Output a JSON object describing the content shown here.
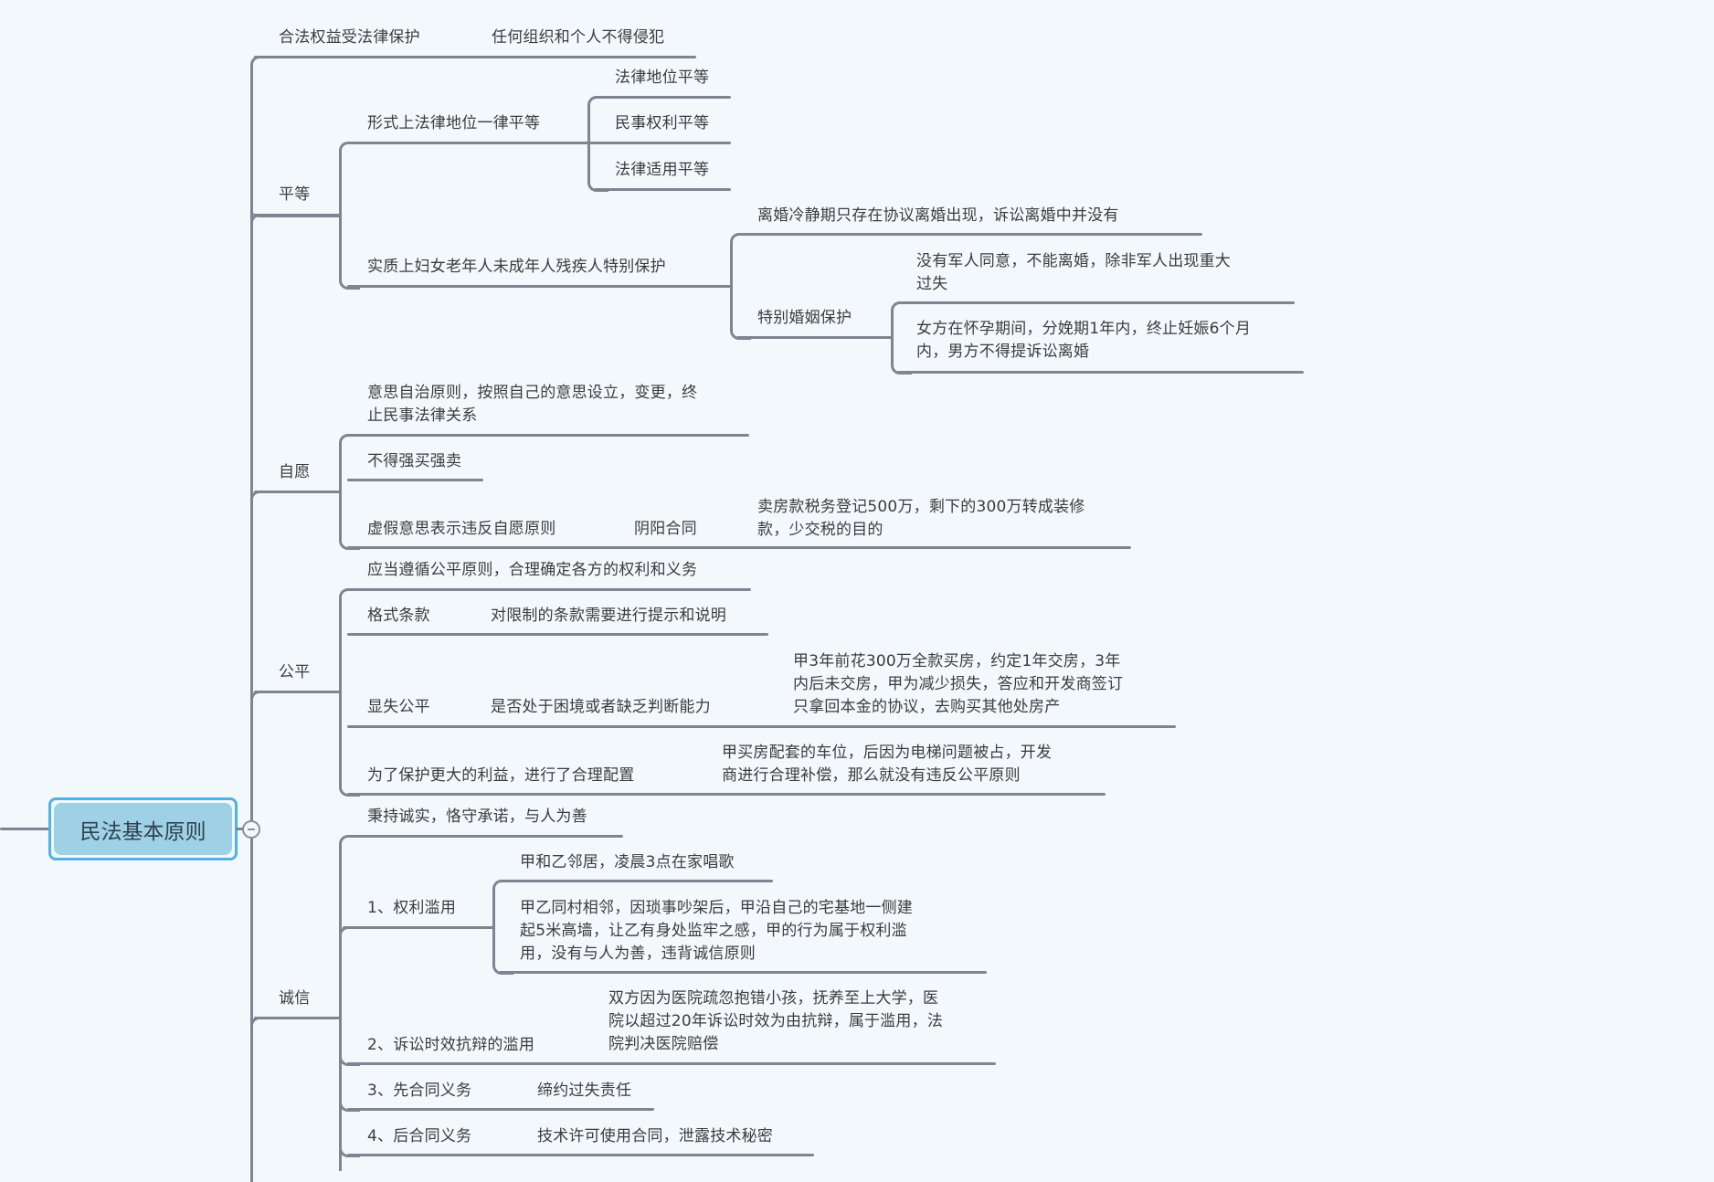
{
  "root": {
    "label": "民法基本原则"
  },
  "branches": {
    "legal_rights": {
      "label": "合法权益受法律保护",
      "detail": "任何组织和个人不得侵犯"
    },
    "equality": {
      "label": "平等",
      "formal": {
        "label": "形式上法律地位一律平等",
        "items": [
          "法律地位平等",
          "民事权利平等",
          "法律适用平等"
        ]
      },
      "substantive": {
        "label": "实质上妇女老年人未成年人残疾人特别保护",
        "cooling": "离婚冷静期只存在协议离婚出现，诉讼离婚中并没有",
        "marriage": {
          "label": "特别婚姻保护",
          "military": [
            "没有军人同意，不能离婚，除非军人出现重大",
            "过失"
          ],
          "pregnancy": [
            "女方在怀孕期间，分娩期1年内，终止妊娠6个月",
            "内，男方不得提诉讼离婚"
          ]
        }
      }
    },
    "voluntary": {
      "label": "自愿",
      "autonomy": [
        "意思自治原则，按照自己的意思设立，变更，终",
        "止民事法律关系"
      ],
      "no_forced": "不得强买强卖",
      "false_intent": {
        "label": "虚假意思表示违反自愿原则",
        "sub": "阴阳合同",
        "example": [
          "卖房款税务登记500万，剩下的300万转成装修",
          "款，少交税的目的"
        ]
      }
    },
    "fairness": {
      "label": "公平",
      "principle": "应当遵循公平原则，合理确定各方的权利和义务",
      "standard_terms": {
        "label": "格式条款",
        "detail": "对限制的条款需要进行提示和说明"
      },
      "unfair": {
        "label": "显失公平",
        "detail": "是否处于困境或者缺乏判断能力",
        "example": [
          "甲3年前花300万全款买房，约定1年交房，3年",
          "内后未交房，甲为减少损失，答应和开发商签订",
          "只拿回本金的协议，去购买其他处房产"
        ]
      },
      "reasonable": {
        "label": "为了保护更大的利益，进行了合理配置",
        "example": [
          "甲买房配套的车位，后因为电梯问题被占，开发",
          "商进行合理补偿，那么就没有违反公平原则"
        ]
      }
    },
    "good_faith": {
      "label": "诚信",
      "principle": "秉持诚实，恪守承诺，与人为善",
      "abuse": {
        "label": "1、权利滥用",
        "ex1": "甲和乙邻居，凌晨3点在家唱歌",
        "ex2": [
          "甲乙同村相邻，因琐事吵架后，甲沿自己的宅基地一侧建",
          "起5米高墙，让乙有身处监牢之感，甲的行为属于权利滥",
          "用，没有与人为善，违背诚信原则"
        ]
      },
      "limitation": {
        "label": "2、诉讼时效抗辩的滥用",
        "example": [
          "双方因为医院疏忽抱错小孩，抚养至上大学，医",
          "院以超过20年诉讼时效为由抗辩，属于滥用，法",
          "院判决医院赔偿"
        ]
      },
      "pre_contract": {
        "label": "3、先合同义务",
        "detail": "缔约过失责任"
      },
      "post_contract": {
        "label": "4、后合同义务",
        "detail": "技术许可使用合同，泄露技术秘密"
      }
    }
  },
  "colors": {
    "background": "#f3f8fc",
    "line": "#7d8590",
    "root_fill": "#9ed0e6",
    "root_border": "#4fb3e3",
    "text": "#3c3c3c"
  }
}
